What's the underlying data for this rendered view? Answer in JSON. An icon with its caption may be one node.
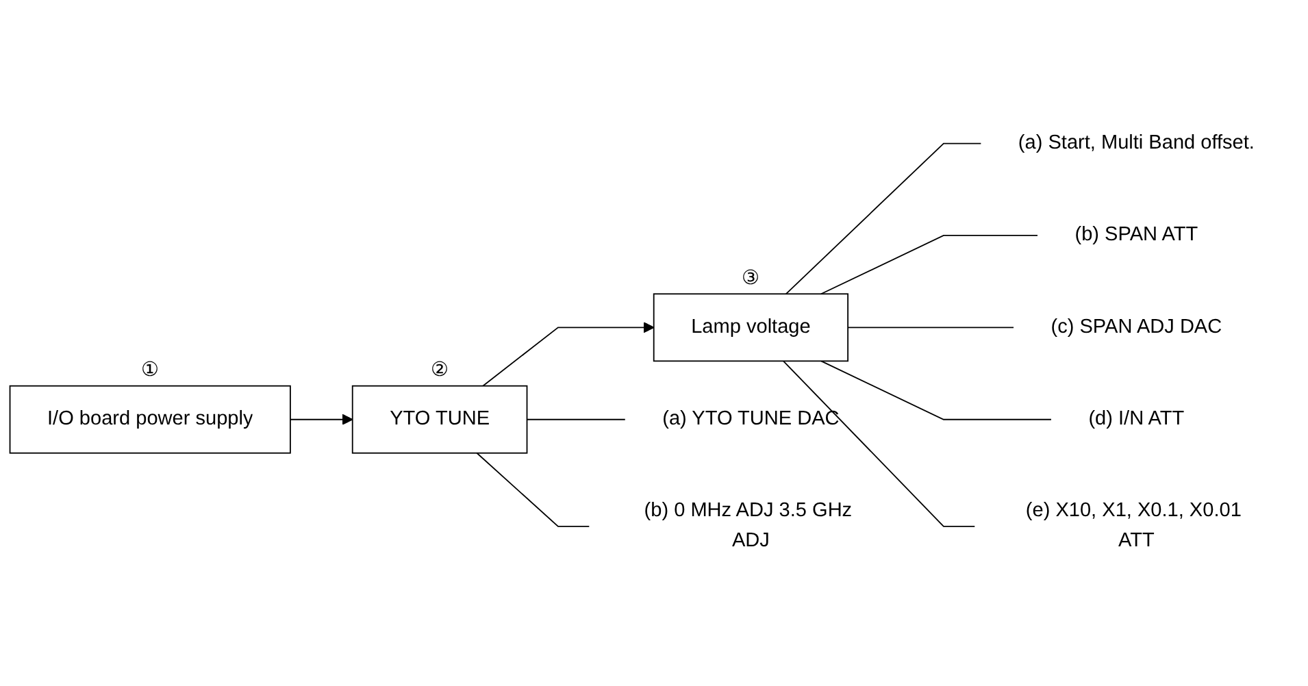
{
  "diagram": {
    "nodes": [
      {
        "text": [
          "I/O board power supply"
        ],
        "beside": [
          "①"
        ]
      },
      {
        "text": [
          "YTO TUNE"
        ],
        "beside": [
          "②"
        ]
      },
      {
        "text": [
          "Lamp voltage"
        ],
        "beside": [
          "③"
        ]
      },
      {
        "text": [
          "(a) YTO TUNE DAC"
        ]
      },
      {
        "text": [
          "(b) 0 MHz ADJ 3.5 GHz ADJ"
        ]
      },
      {
        "text": [
          "(a) Start, Multi Band offset."
        ]
      },
      {
        "text": [
          "(b) SPAN ATT"
        ]
      },
      {
        "text": [
          "(c) SPAN ADJ DAC"
        ]
      },
      {
        "text": [
          "(d) I/N ATT"
        ]
      },
      {
        "text": [
          "(e) X10, X1, X0.1, X0.01 ATT"
        ]
      }
    ],
    "edges": [
      {
        "from": 0,
        "to": 1,
        "arrow": "to"
      },
      {
        "from": 1,
        "to": 2,
        "arrow": "to"
      },
      {
        "from": 1,
        "to": 3,
        "arrow": "none"
      },
      {
        "from": 1,
        "to": 4,
        "arrow": "none"
      },
      {
        "from": 2,
        "to": 5,
        "arrow": "none"
      },
      {
        "from": 2,
        "to": 6,
        "arrow": "none"
      },
      {
        "from": 2,
        "to": 7,
        "arrow": "none"
      },
      {
        "from": 2,
        "to": 8,
        "arrow": "none"
      },
      {
        "from": 2,
        "to": 9,
        "arrow": "none"
      }
    ]
  }
}
